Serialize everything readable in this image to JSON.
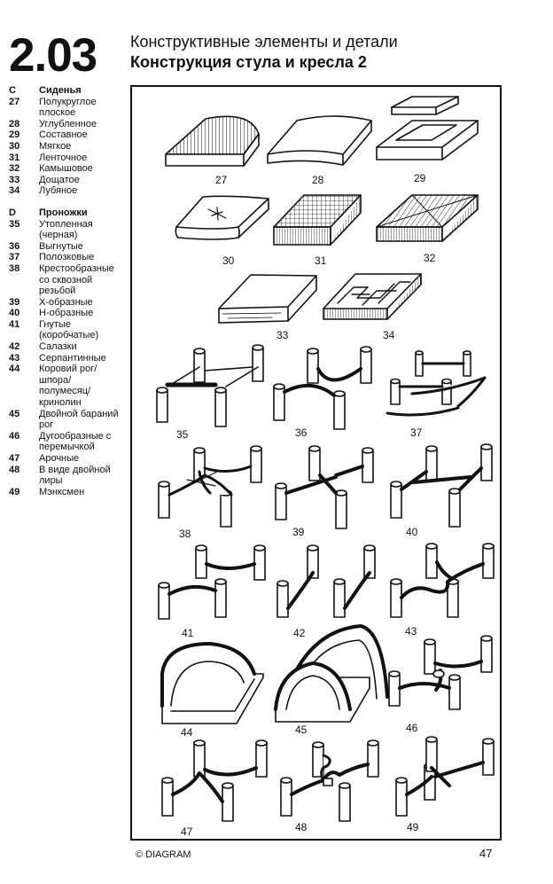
{
  "header": {
    "section_number": "2.03",
    "title_line1": "Конструктивные элементы и детали",
    "title_line2": "Конструкция стула и кресла 2"
  },
  "legend": {
    "group_c": {
      "letter": "C",
      "title": "Сиденья",
      "items": [
        {
          "num": "27",
          "label": "Полукруглое плоское"
        },
        {
          "num": "28",
          "label": "Углубленное"
        },
        {
          "num": "29",
          "label": "Составное"
        },
        {
          "num": "30",
          "label": "Мягкое"
        },
        {
          "num": "31",
          "label": "Ленточное"
        },
        {
          "num": "32",
          "label": "Камышовое"
        },
        {
          "num": "33",
          "label": "Дощатое"
        },
        {
          "num": "34",
          "label": "Лубяное"
        }
      ]
    },
    "group_d": {
      "letter": "D",
      "title": "Проножки",
      "items": [
        {
          "num": "35",
          "label": "Утопленная (черная)"
        },
        {
          "num": "36",
          "label": "Выгнутые"
        },
        {
          "num": "37",
          "label": "Полозковые"
        },
        {
          "num": "38",
          "label": "Крестообразные со сквозной резьбой"
        },
        {
          "num": "39",
          "label": "Х-образные"
        },
        {
          "num": "40",
          "label": "Н-образные"
        },
        {
          "num": "41",
          "label": "Гнутые (коробчатые)"
        },
        {
          "num": "42",
          "label": "Салазки"
        },
        {
          "num": "43",
          "label": "Серпантинные"
        },
        {
          "num": "44",
          "label": "Коровий рог/шпора/ полумесяц/ кринолин"
        },
        {
          "num": "45",
          "label": "Двойной бараний рог"
        },
        {
          "num": "46",
          "label": "Дугообразные с перемычкой"
        },
        {
          "num": "47",
          "label": "Арочные"
        },
        {
          "num": "48",
          "label": "В виде двойной лиры"
        },
        {
          "num": "49",
          "label": "Мэнксмен"
        }
      ]
    }
  },
  "figures": {
    "f27": "27",
    "f28": "28",
    "f29": "29",
    "f30": "30",
    "f31": "31",
    "f32": "32",
    "f33": "33",
    "f34": "34",
    "f35": "35",
    "f36": "36",
    "f37": "37",
    "f38": "38",
    "f39": "39",
    "f40": "40",
    "f41": "41",
    "f42": "42",
    "f43": "43",
    "f44": "44",
    "f45": "45",
    "f46": "46",
    "f47": "47",
    "f48": "48",
    "f49": "49"
  },
  "footer": {
    "copyright": "© DIAGRAM",
    "page": "47"
  }
}
